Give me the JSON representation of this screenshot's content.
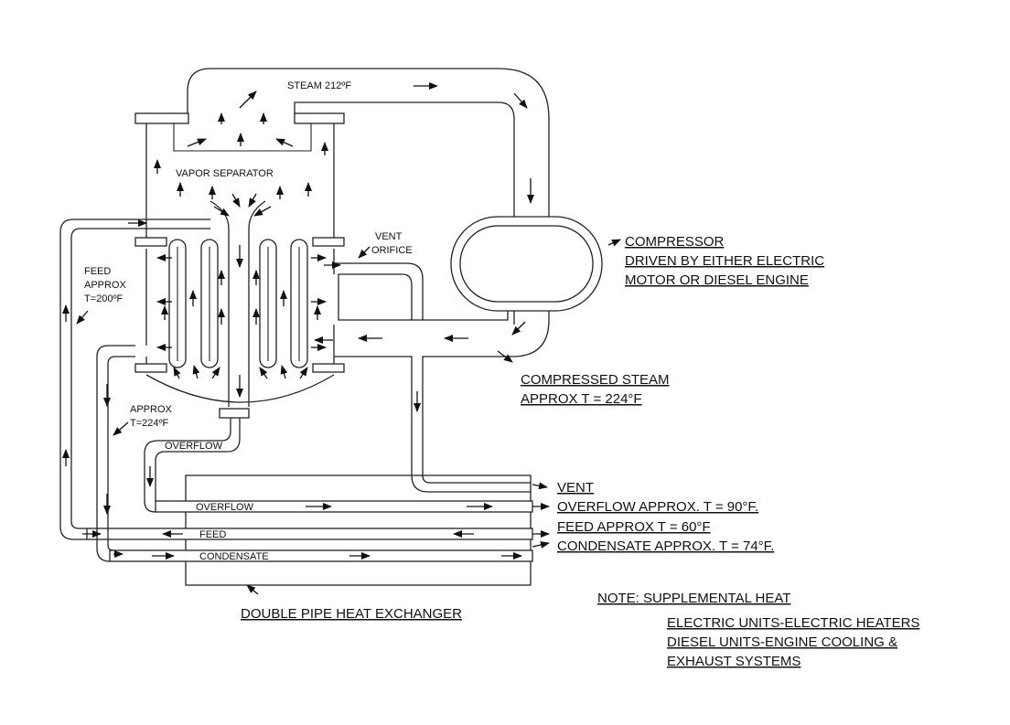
{
  "labels": {
    "steam": "STEAM 212ºF",
    "vapor_separator": "VAPOR SEPARATOR",
    "vent_orifice_1": "VENT",
    "vent_orifice_2": "ORIFICE",
    "feed_approx_1": "FEED",
    "feed_approx_2": "APPROX",
    "feed_approx_3": "T=200ºF",
    "approx_1": "APPROX",
    "approx_2": "T=224ºF",
    "overflow_upper": "OVERFLOW",
    "overflow_lower": "OVERFLOW",
    "feed_inner": "FEED",
    "condensate_inner": "CONDENSATE",
    "compressor_1": "COMPRESSOR",
    "compressor_2": "DRIVEN BY EITHER ELECTRIC",
    "compressor_3": "MOTOR OR DIESEL ENGINE",
    "compressed_1": "COMPRESSED STEAM",
    "compressed_2": "APPROX T = 224°F",
    "vent": "VENT",
    "overflow_out": "OVERFLOW APPROX. T = 90°F.",
    "feed_out": "FEED APPROX T = 60°F",
    "condensate_out": "CONDENSATE APPROX. T = 74°F.",
    "heat_exchanger": "DOUBLE PIPE HEAT EXCHANGER",
    "note_title": "NOTE: SUPPLEMENTAL HEAT",
    "note_1": "ELECTRIC UNITS-ELECTRIC HEATERS",
    "note_2": "DIESEL UNITS-ENGINE COOLING &",
    "note_3": "EXHAUST SYSTEMS"
  }
}
